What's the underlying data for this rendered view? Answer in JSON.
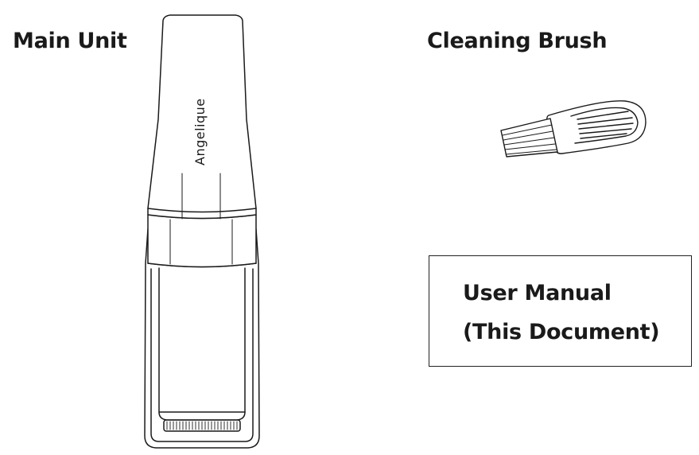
{
  "labels": {
    "main_unit": "Main Unit",
    "cleaning_brush": "Cleaning Brush"
  },
  "device": {
    "brand": "Angelique"
  },
  "manual": {
    "line1": "User Manual",
    "line2": "(This Document)"
  }
}
